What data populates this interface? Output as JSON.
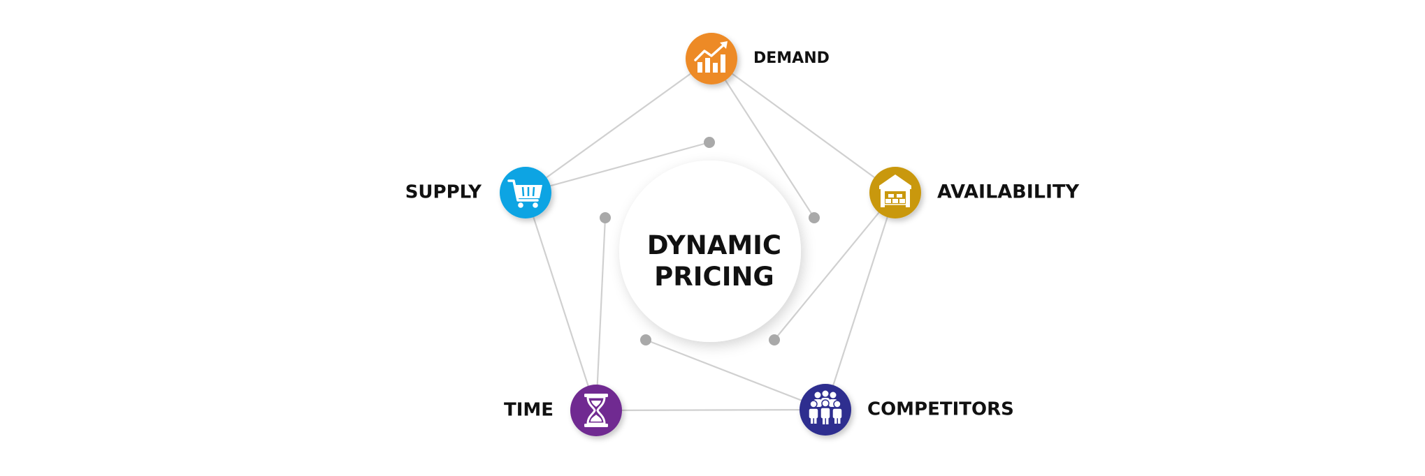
{
  "center": {
    "line1": "DYNAMIC",
    "line2": "PRICING"
  },
  "nodes": {
    "demand": {
      "label": "DEMAND",
      "color": "#ED8A25",
      "icon": "growth-chart-icon"
    },
    "availability": {
      "label": "AVAILABILITY",
      "color": "#C9980D",
      "icon": "warehouse-icon"
    },
    "competitors": {
      "label": "COMPETITORS",
      "color": "#2E2F8F",
      "icon": "people-group-icon"
    },
    "time": {
      "label": "TIME",
      "color": "#6F2B91",
      "icon": "hourglass-icon"
    },
    "supply": {
      "label": "SUPPLY",
      "color": "#0BA4E3",
      "icon": "shopping-cart-icon"
    }
  },
  "colors": {
    "edge": "#d0d0d0",
    "dot": "#a9a9a9",
    "text": "#111111"
  }
}
